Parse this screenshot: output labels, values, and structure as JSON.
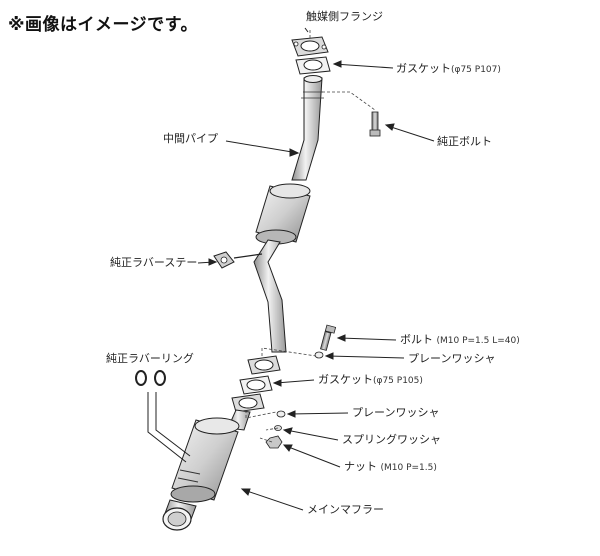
{
  "notice": "※画像はイメージです。",
  "labels": {
    "catalyst_flange": "触媒側フランジ",
    "gasket_top": "ガスケット",
    "gasket_top_spec": "(φ75 P107)",
    "stock_bolt": "純正ボルト",
    "center_pipe": "中間パイプ",
    "rubber_stay": "純正ラバーステー",
    "bolt": "ボルト",
    "bolt_spec": "(M10 P=1.5 L=40)",
    "plain_washer_1": "プレーンワッシャ",
    "rubber_ring": "純正ラバーリング",
    "gasket_mid": "ガスケット",
    "gasket_mid_spec": "(φ75 P105)",
    "plain_washer_2": "プレーンワッシャ",
    "spring_washer": "スプリングワッシャ",
    "nut": "ナット",
    "nut_spec": "(M10 P=1.5)",
    "main_muffler": "メインマフラー"
  },
  "colors": {
    "line": "#222222",
    "metal_light": "#eeeeee",
    "metal_mid": "#bdbdbd",
    "metal_dark": "#8a8a8a"
  }
}
